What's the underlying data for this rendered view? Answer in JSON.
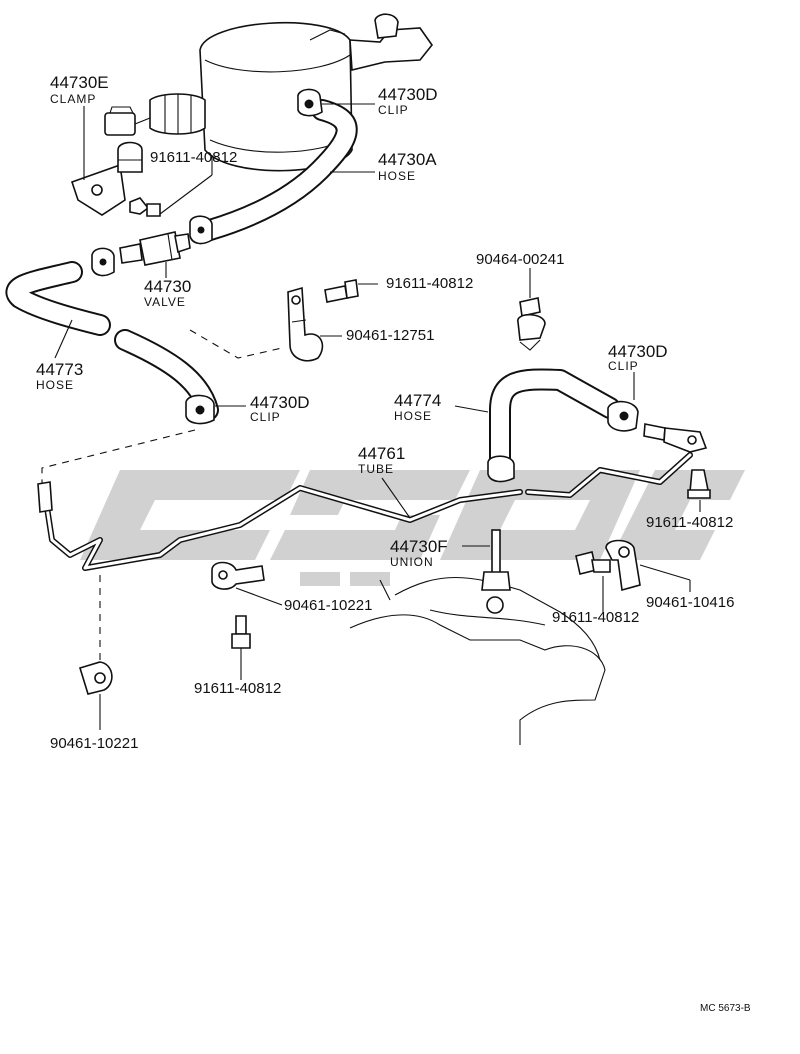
{
  "labels": {
    "clamp_44730E": {
      "number": "44730E",
      "name": "CLAMP"
    },
    "bolt_top": {
      "number": "91611-40812"
    },
    "clip_44730D_top": {
      "number": "44730D",
      "name": "CLIP"
    },
    "hose_44730A": {
      "number": "44730A",
      "name": "HOSE"
    },
    "valve_44730": {
      "number": "44730",
      "name": "VALVE"
    },
    "clip_90464": {
      "number": "90464-00241"
    },
    "bolt_mid": {
      "number": "91611-40812"
    },
    "clamp_90461_12751": {
      "number": "90461-12751"
    },
    "hose_44773": {
      "number": "44773",
      "name": "HOSE"
    },
    "clip_44730D_left": {
      "number": "44730D",
      "name": "CLIP"
    },
    "hose_44774": {
      "number": "44774",
      "name": "HOSE"
    },
    "clip_44730D_right": {
      "number": "44730D",
      "name": "CLIP"
    },
    "tube_44761": {
      "number": "44761",
      "name": "TUBE"
    },
    "bolt_right": {
      "number": "91611-40812"
    },
    "union_44730F": {
      "number": "44730F",
      "name": "UNION"
    },
    "clamp_90461_10221_mid": {
      "number": "90461-10221"
    },
    "clamp_90461_10416": {
      "number": "90461-10416"
    },
    "bolt_lower_right": {
      "number": "91611-40812"
    },
    "bolt_lower_mid": {
      "number": "91611-40812"
    },
    "clamp_90461_10221_left": {
      "number": "90461-10221"
    }
  },
  "diagram_code": "MC 5673-B",
  "colors": {
    "ink": "#111111",
    "paper": "#ffffff",
    "watermark": "#c9c9c9"
  }
}
